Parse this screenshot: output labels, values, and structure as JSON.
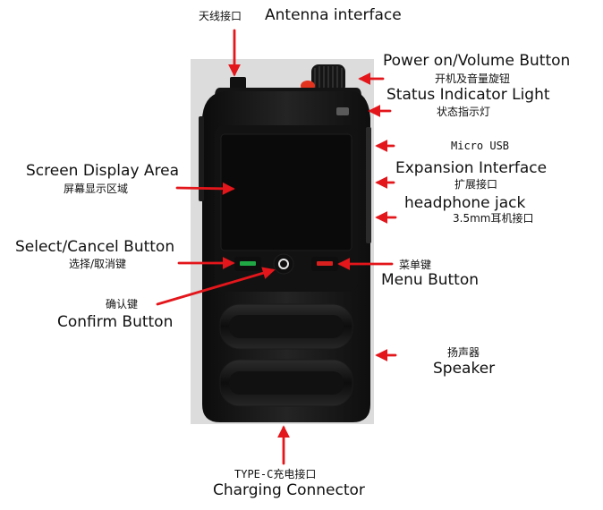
{
  "colors": {
    "arrow": "#e3161b",
    "body": "#1a1a1a",
    "screen": "#0a0a0a",
    "panel_bg": "#dcdcdc",
    "select_led": "#20a845",
    "menu_led": "#d8201f",
    "knob_tip": "#e2331e"
  },
  "labels": {
    "antenna_cn": "天线接口",
    "antenna_en": "Antenna interface",
    "power_en": "Power on/Volume Button",
    "power_cn": "开机及音量旋钮",
    "status_en": "Status Indicator Light",
    "status_cn": "状态指示灯",
    "usb": "Micro USB",
    "expansion_en": "Expansion Interface",
    "expansion_cn": "扩展接口",
    "headphone_en": "headphone jack",
    "headphone_cn": "3.5mm耳机接口",
    "screen_en": "Screen Display Area",
    "screen_cn": "屏幕显示区域",
    "select_en": "Select/Cancel Button",
    "select_cn": "选择/取消键",
    "menu_cn": "菜单键",
    "menu_en": "Menu Button",
    "confirm_cn": "确认键",
    "confirm_en": "Confirm Button",
    "speaker_cn": "扬声器",
    "speaker_en": "Speaker",
    "charging_cn": "TYPE-C充电接口",
    "charging_en": "Charging Connector"
  }
}
